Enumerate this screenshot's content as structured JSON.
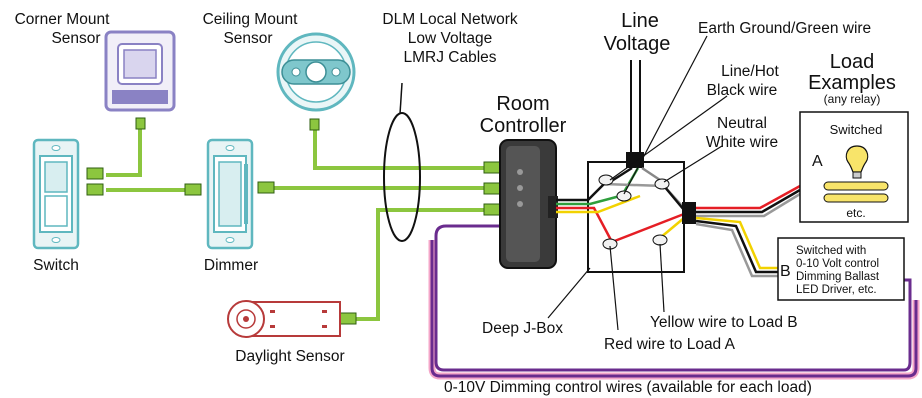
{
  "labels": {
    "corner_mount_sensor": [
      "Corner Mount",
      "Sensor"
    ],
    "ceiling_mount_sensor": [
      "Ceiling Mount",
      "Sensor"
    ],
    "dlm_network": [
      "DLM Local Network",
      "Low Voltage",
      "LMRJ Cables"
    ],
    "line_voltage": [
      "Line",
      "Voltage"
    ],
    "earth_ground": "Earth Ground/Green wire",
    "line_hot": [
      "Line/Hot",
      "Black wire"
    ],
    "neutral": [
      "Neutral",
      "White wire"
    ],
    "room_controller": [
      "Room",
      "Controller"
    ],
    "load_examples": [
      "Load",
      "Examples"
    ],
    "any_relay": "(any relay)",
    "switched": "Switched",
    "load_a_letter": "A",
    "etc": "etc.",
    "load_b_letter": "B",
    "load_b_desc": [
      "Switched with",
      "0-10 Volt control",
      "Dimming Ballast",
      "LED Driver, etc."
    ],
    "switch": "Switch",
    "dimmer": "Dimmer",
    "daylight_sensor": "Daylight Sensor",
    "deep_jbox": "Deep J-Box",
    "yellow_wire": "Yellow wire to Load B",
    "red_wire": "Red wire to Load A",
    "dimming_wires": "0-10V Dimming control wires (available for each load)"
  },
  "colors": {
    "lmrj_green": "#8cc63f",
    "hot_black": "#000000",
    "neutral_white": "#ffffff",
    "ground_green": "#2e9e3c",
    "red_wire": "#e51e25",
    "yellow_wire": "#f2d200",
    "dimming_purple": "#6a2c8e",
    "dimming_pink": "#f4a6c8",
    "sensor_purple": "#8a82c4",
    "device_teal": "#5fb7bf",
    "lamp_yellow": "#f8e46a"
  }
}
